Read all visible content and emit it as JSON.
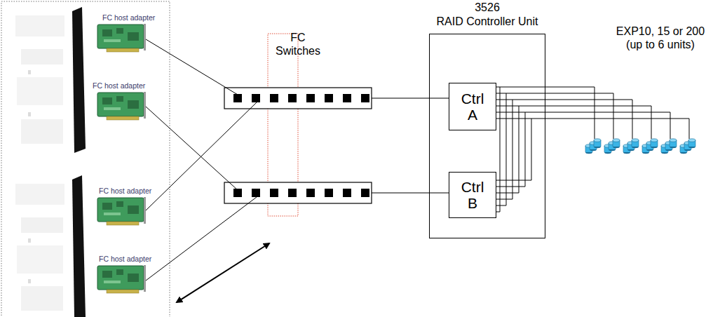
{
  "diagram": {
    "nodes": [
      {
        "text": [
          "FC host adapter"
        ]
      },
      {
        "text": [
          "FC host adapter"
        ]
      },
      {
        "text": [
          "FC host adapter"
        ]
      },
      {
        "text": [
          "FC host adapter"
        ]
      },
      {
        "text": [
          "3526",
          "RAID Controller Unit"
        ]
      },
      {
        "text": [
          "Ctrl A"
        ],
        "in": 4
      },
      {
        "text": [
          "Ctrl B"
        ],
        "in": 4
      }
    ],
    "labels": [
      "FC Switches",
      "EXP10, 15 or 200 (up to 6 units)"
    ]
  }
}
